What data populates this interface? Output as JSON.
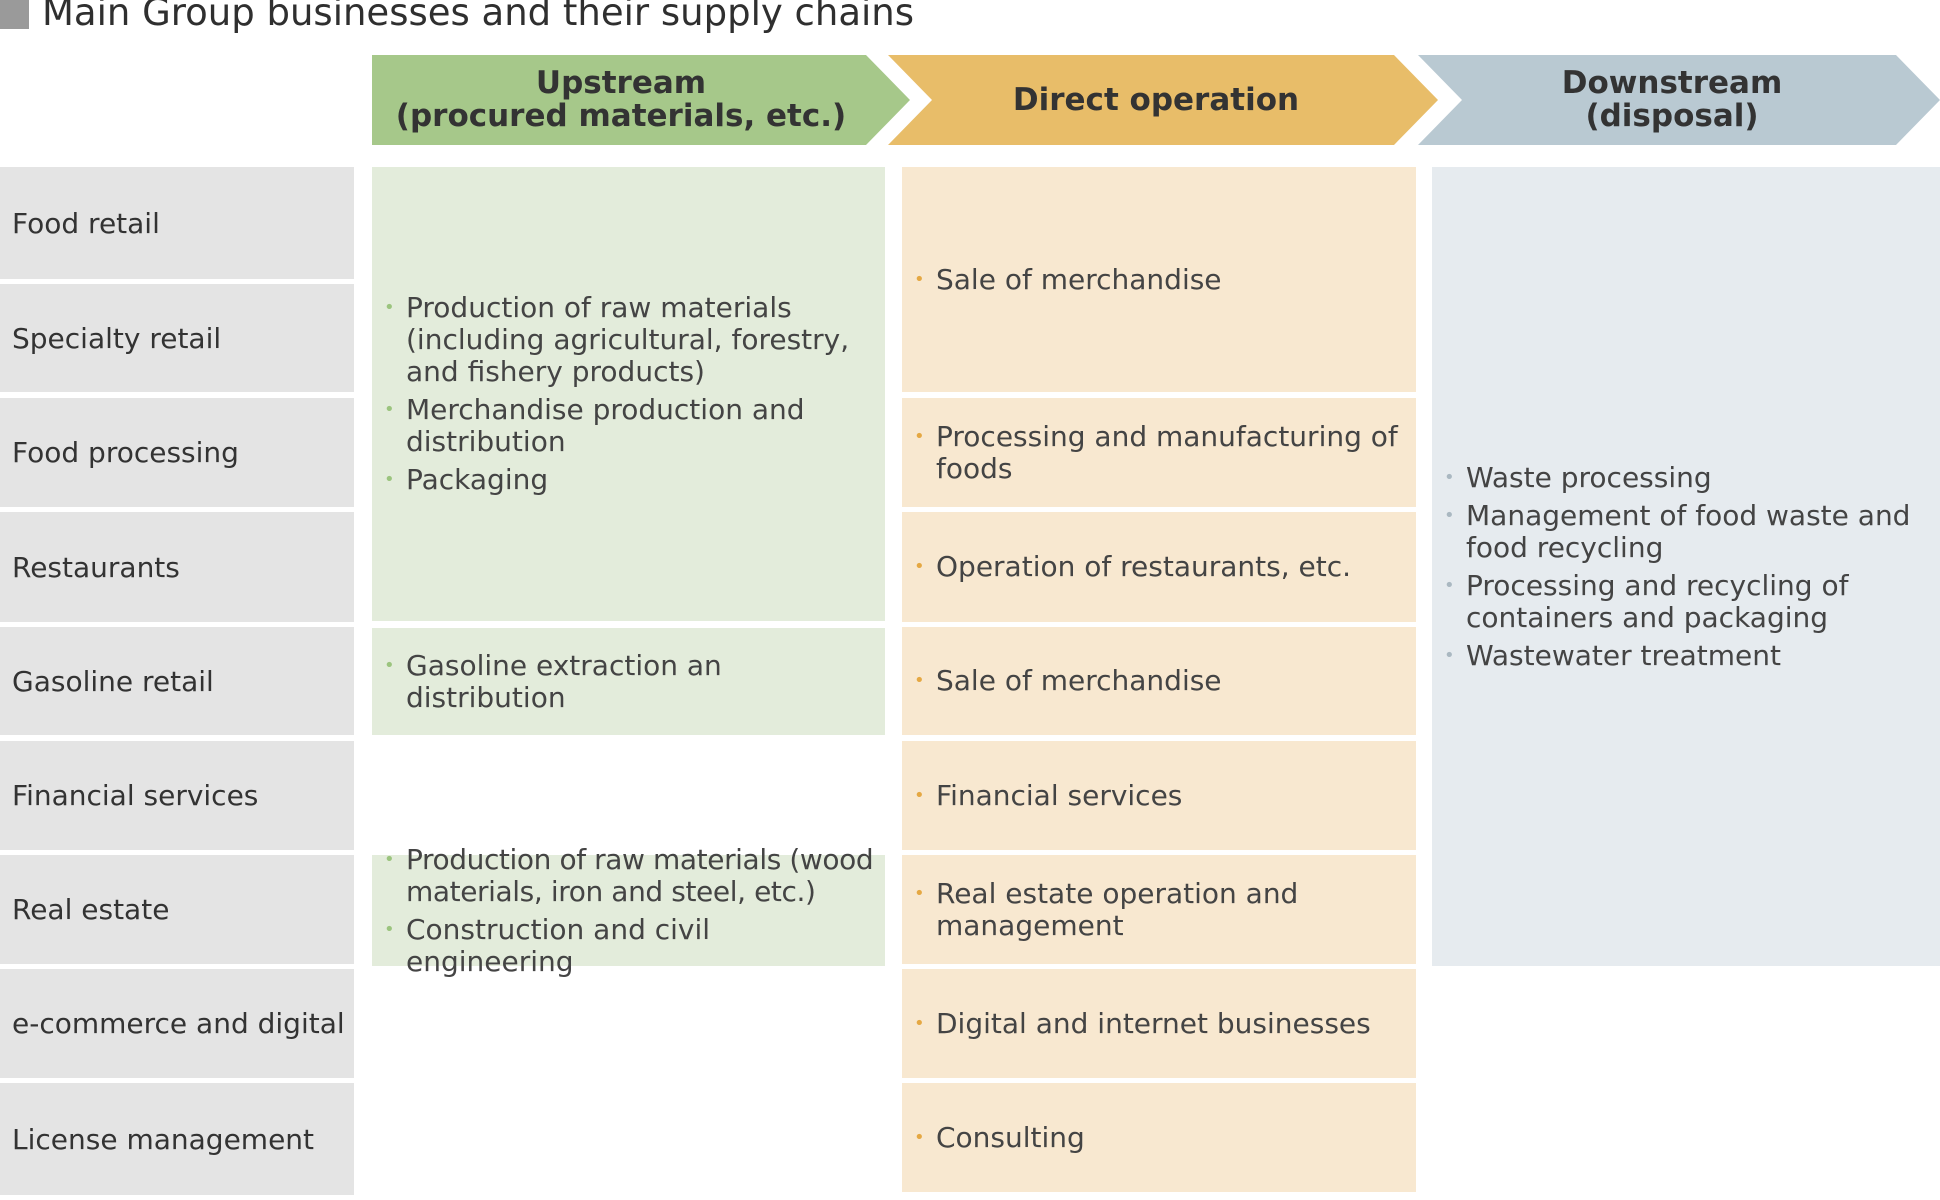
{
  "title": "Main Group businesses and their supply chains",
  "stages": {
    "upstream": "Upstream\n(procured materials, etc.)",
    "direct": "Direct operation",
    "downstream": "Downstream\n(disposal)"
  },
  "segments": [
    "Food retail",
    "Specialty retail",
    "Food processing",
    "Restaurants",
    "Gasoline retail",
    "Financial services",
    "Real estate",
    "e-commerce and digital",
    "License management"
  ],
  "upstream": {
    "group1": [
      "Production of raw materials (including agricultural, forestry, and fishery products)",
      "Merchandise production and distribution",
      "Packaging"
    ],
    "gasoline": [
      "Gasoline extraction an distribution"
    ],
    "real_estate": [
      "Production of raw materials (wood materials, iron and steel, etc.)",
      "Construction and civil engineering"
    ]
  },
  "direct": {
    "retail": "Sale of merchandise",
    "food_processing": "Processing and manufacturing of foods",
    "restaurants": "Operation of restaurants, etc.",
    "gasoline": "Sale of merchandise",
    "financial": "Financial services",
    "real_estate": "Real estate operation and management",
    "ecommerce": "Digital and internet businesses",
    "license": "Consulting"
  },
  "downstream": [
    "Waste processing",
    "Management of food waste and food recycling",
    "Processing and recycling of containers and packaging",
    "Wastewater treatment"
  ],
  "colors": {
    "upstream_header": "#a6c88a",
    "direct_header": "#e8bd69",
    "downstream_header": "#b9c9d2",
    "upstream_cell": "#e3ecdb",
    "direct_cell": "#f8e8d0",
    "downstream_cell": "#e6ebef",
    "segment_cell": "#e4e4e4"
  }
}
